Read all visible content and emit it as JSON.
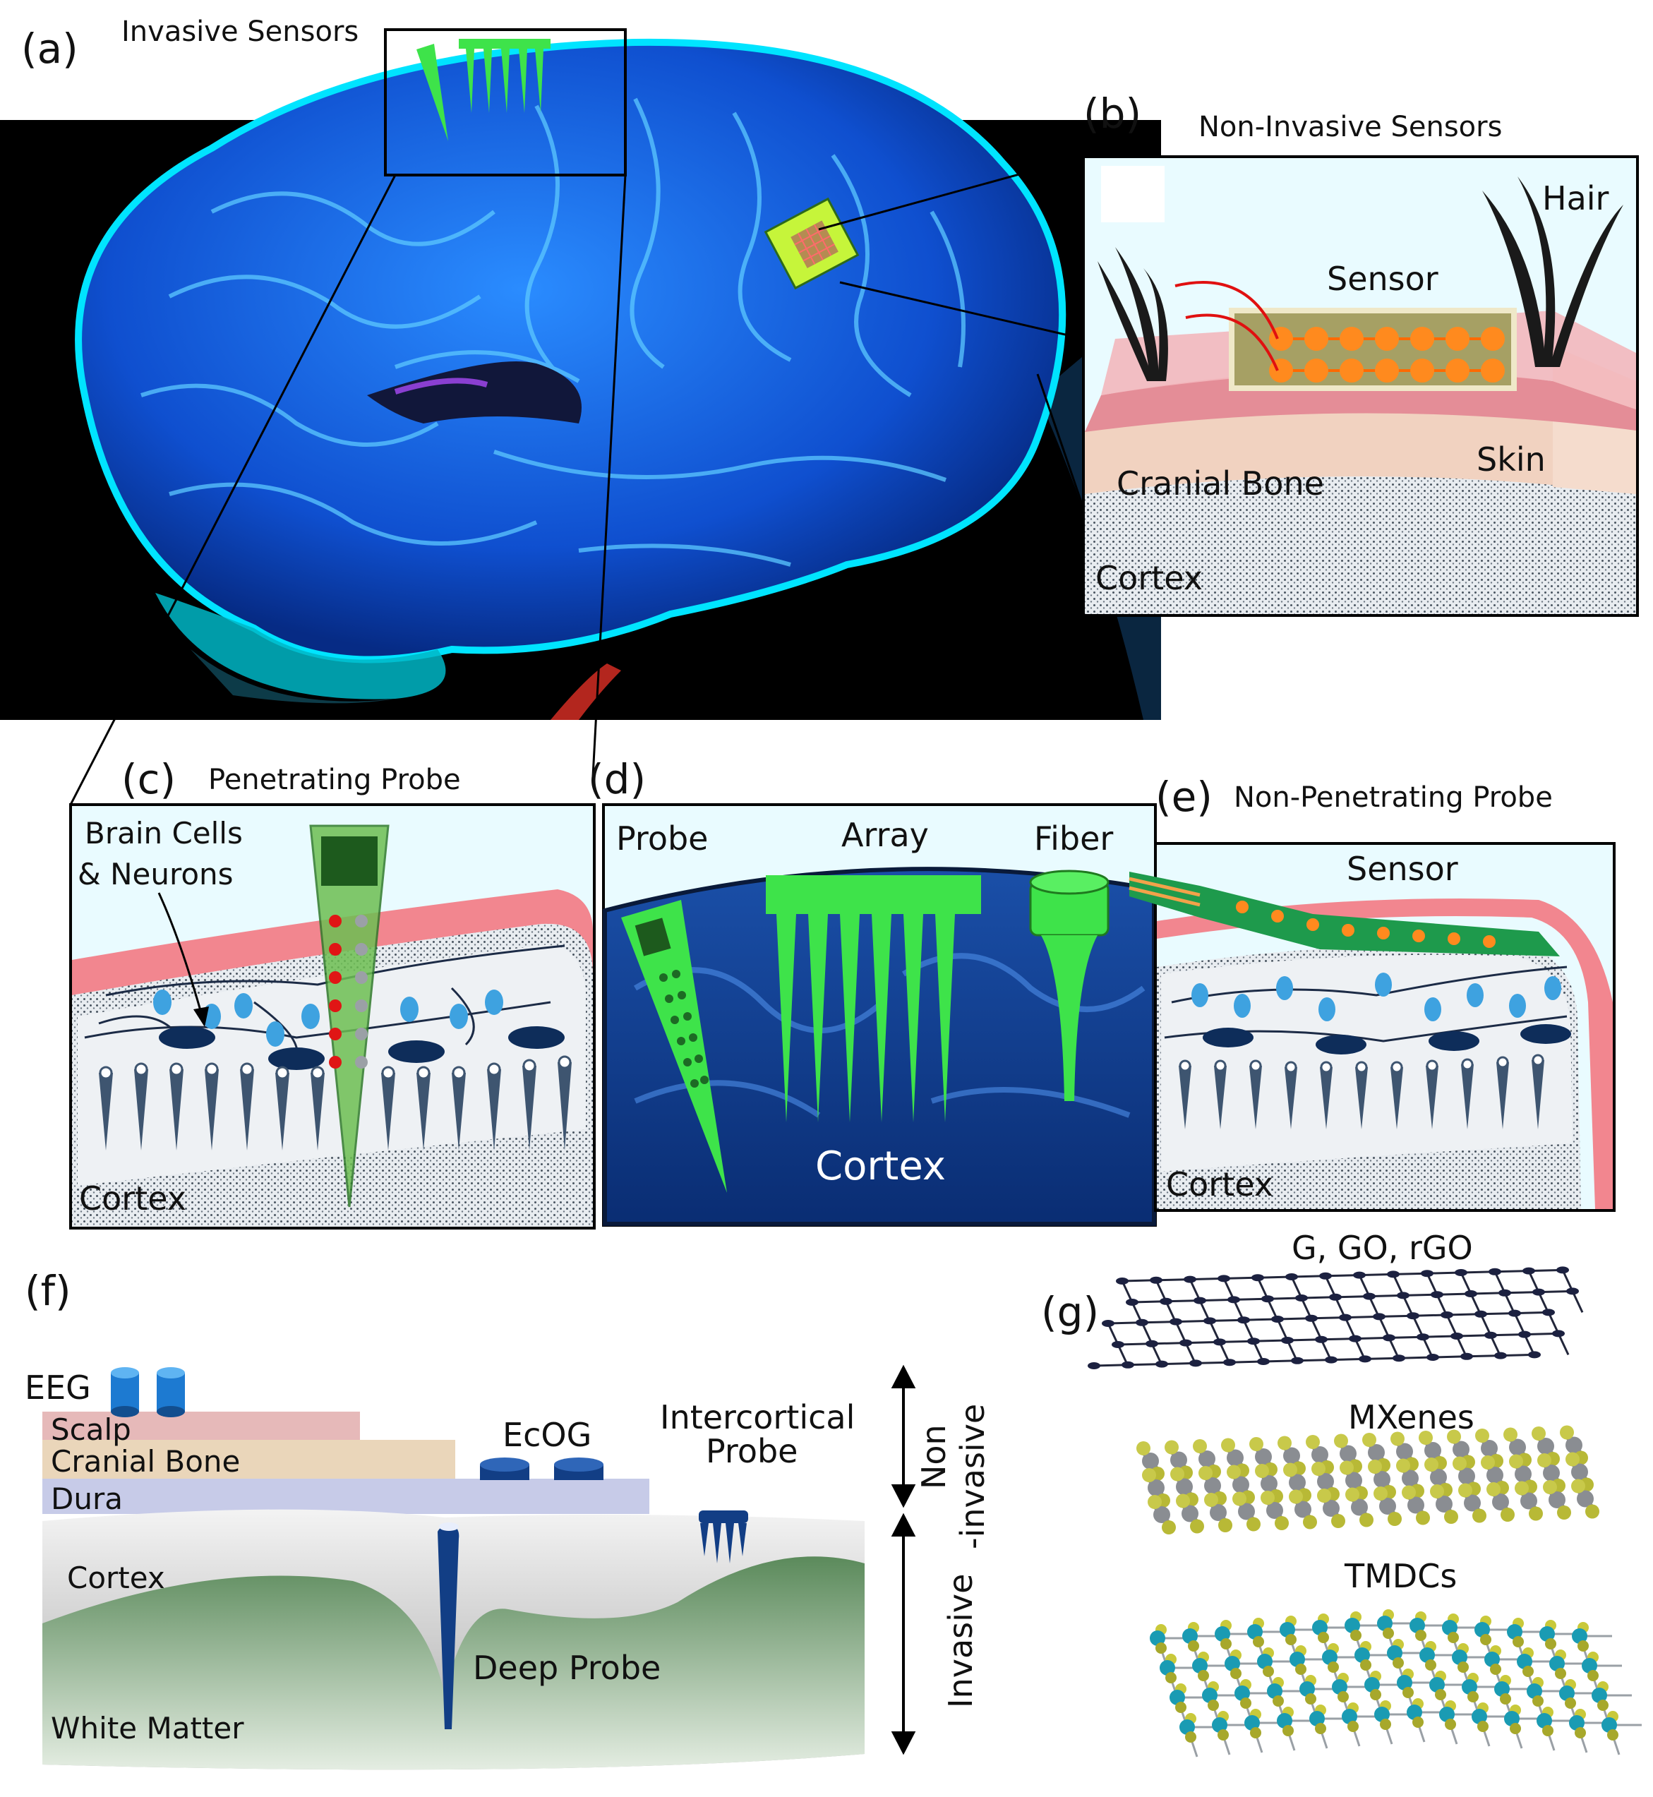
{
  "panels": {
    "a": {
      "letter": "(a)",
      "title": "Invasive Sensors"
    },
    "b": {
      "letter": "(b)",
      "title": "Non-Invasive Sensors",
      "labels": {
        "hair": "Hair",
        "sensor": "Sensor",
        "skin": "Skin",
        "bone": "Cranial Bone",
        "cortex": "Cortex"
      }
    },
    "c": {
      "letter": "(c)",
      "title": "Penetrating Probe",
      "labels": {
        "cells_line1": "Brain Cells",
        "cells_line2": "& Neurons",
        "cortex": "Cortex"
      }
    },
    "d": {
      "letter": "(d)",
      "labels": {
        "probe": "Probe",
        "array": "Array",
        "fiber": "Fiber",
        "cortex": "Cortex"
      }
    },
    "e": {
      "letter": "(e)",
      "title": "Non-Penetrating Probe",
      "labels": {
        "sensor": "Sensor",
        "cortex": "Cortex"
      }
    },
    "f": {
      "letter": "(f)",
      "labels": {
        "eeg": "EEG",
        "scalp": "Scalp",
        "bone": "Cranial Bone",
        "dura": "Dura",
        "ecog": "EcOG",
        "intercortical_line1": "Intercortical",
        "intercortical_line2": "Probe",
        "cortex": "Cortex",
        "deep": "Deep Probe",
        "white": "White Matter",
        "noninvasive_line1": "Non",
        "noninvasive_line2": "-invasive",
        "invasive": "Invasive"
      }
    },
    "g": {
      "letter": "(g)",
      "labels": {
        "graphene": "G, GO, rGO",
        "mxenes": "MXenes",
        "tmdcs": "TMDCs"
      }
    }
  },
  "colors": {
    "brain_blue": "#1565e8",
    "brain_glow": "#00d9ff",
    "probe_green": "#3ee34a",
    "skin_pink": "#e7a0a6",
    "bone_tan": "#f1d2c0",
    "cortex_grey": "#c9cfd6",
    "neuron_blue": "#3ea2e0",
    "neuron_dark": "#0e2d5a",
    "electrode_orange": "#ff8a1e",
    "scalp_layer": "#e6b9b9",
    "bone_layer": "#ead6ba",
    "dura_layer": "#c7cbe8",
    "white_matter_green": "#5b8a5b",
    "sensor_dark_blue": "#123e85"
  }
}
